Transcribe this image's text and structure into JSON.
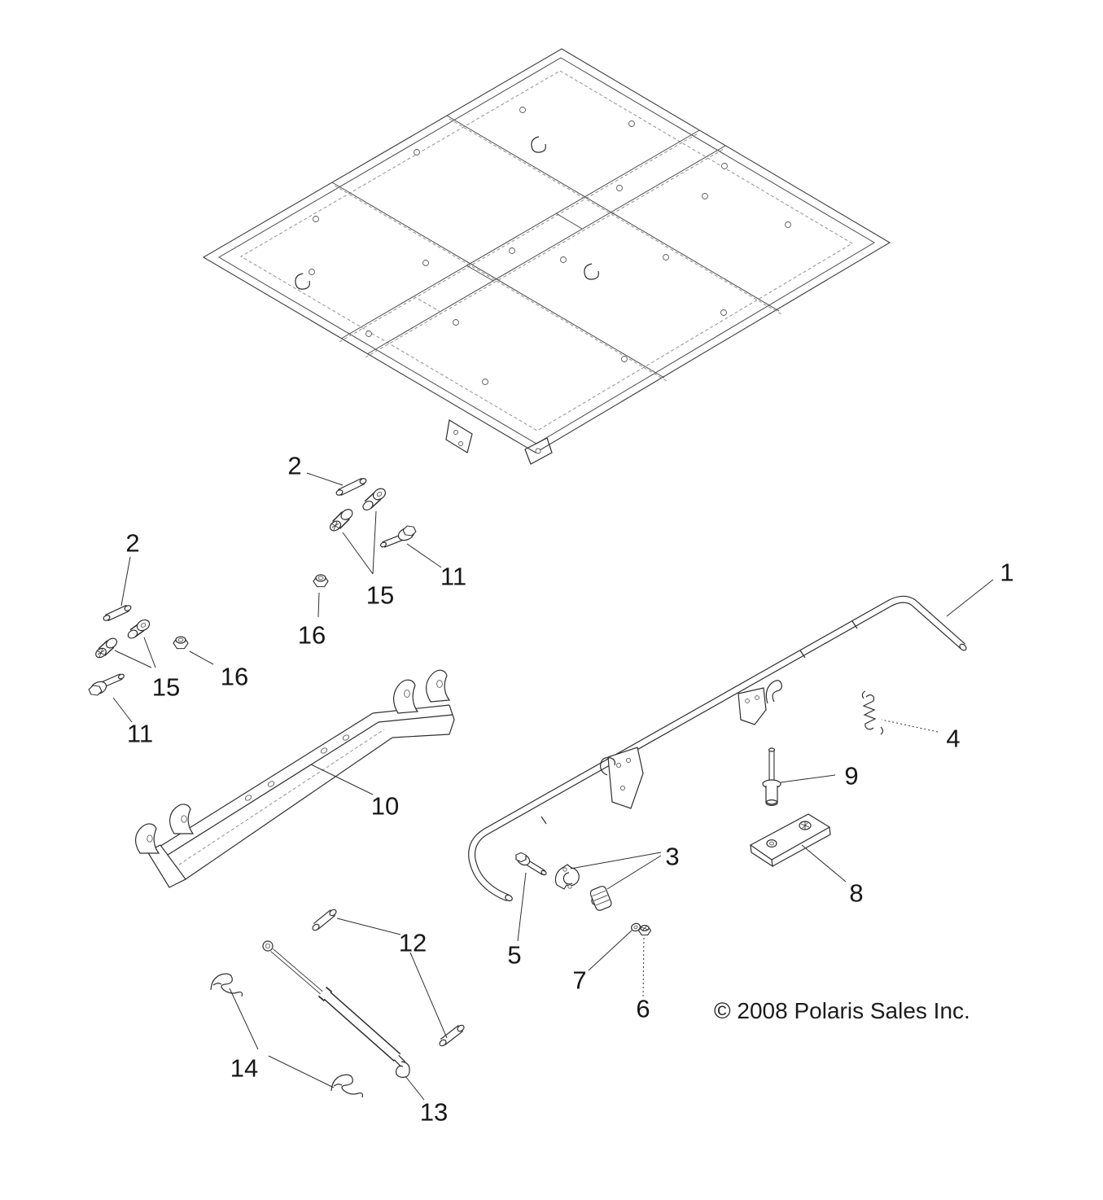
{
  "page": {
    "background": "#ffffff",
    "copyright": "© 2008 Polaris Sales Inc.",
    "callouts": [
      {
        "label": "1",
        "part": "box-pivot-rod"
      },
      {
        "label": "2",
        "part": "pivot-pin-upper"
      },
      {
        "label": "2",
        "part": "pivot-pin-lower"
      },
      {
        "label": "3",
        "part": "rod-clamp-halves"
      },
      {
        "label": "4",
        "part": "extension-spring"
      },
      {
        "label": "5",
        "part": "clamp-bolt"
      },
      {
        "label": "6",
        "part": "flange-nut"
      },
      {
        "label": "7",
        "part": "washer"
      },
      {
        "label": "8",
        "part": "striker-plate"
      },
      {
        "label": "9",
        "part": "shoulder-bolt"
      },
      {
        "label": "10",
        "part": "support-bracket"
      },
      {
        "label": "11",
        "part": "hex-bolt-upper"
      },
      {
        "label": "11",
        "part": "hex-bolt-lower"
      },
      {
        "label": "12",
        "part": "clevis-pin"
      },
      {
        "label": "13",
        "part": "gas-strut"
      },
      {
        "label": "14",
        "part": "cotter-clip"
      },
      {
        "label": "15",
        "part": "bushing-upper"
      },
      {
        "label": "15",
        "part": "bushing-lower"
      },
      {
        "label": "16",
        "part": "flange-nut-upper"
      },
      {
        "label": "16",
        "part": "flange-nut-lower"
      }
    ]
  }
}
